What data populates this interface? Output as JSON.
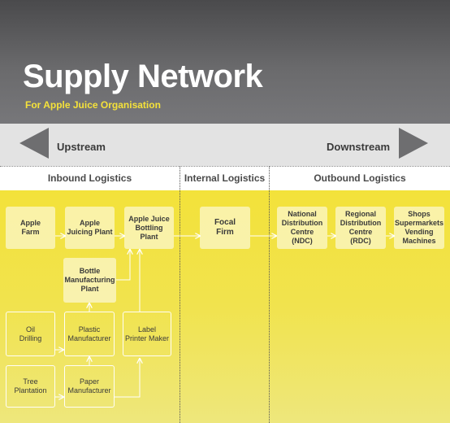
{
  "header": {
    "title": "Supply Network",
    "subtitle": "For Apple Juice Organisation"
  },
  "direction": {
    "upstream": "Upstream",
    "downstream": "Downstream"
  },
  "sections": {
    "inbound": "Inbound Logistics",
    "internal": "Internal Logistics",
    "outbound": "Outbound Logistics"
  },
  "nodes": {
    "apple_farm": [
      "Apple",
      "Farm"
    ],
    "apple_juicing_plant": [
      "Apple",
      "Juicing Plant"
    ],
    "apple_juice_bottling_plant": [
      "Apple Juice",
      "Bottling",
      "Plant"
    ],
    "bottle_manufacturing_plant": [
      "Bottle",
      "Manufacturing",
      "Plant"
    ],
    "oil_drilling": [
      "Oil",
      "Drilling"
    ],
    "plastic_manufacturer": [
      "Plastic",
      "Manufacturer"
    ],
    "label_printer_maker": [
      "Label",
      "Printer Maker"
    ],
    "tree_plantation": [
      "Tree",
      "Plantation"
    ],
    "paper_manufacturer": [
      "Paper",
      "Manufacturer"
    ],
    "focal_firm": [
      "Focal",
      "Firm"
    ],
    "ndc": [
      "National",
      "Distribution",
      "Centre",
      "(NDC)"
    ],
    "rdc": [
      "Regional",
      "Distribution",
      "Centre",
      "(RDC)"
    ],
    "shops": [
      "Shops",
      "Supermarkets",
      "Vending",
      "Machines"
    ]
  },
  "colors": {
    "header_bg": "#5c5c5e",
    "subtitle": "#f5e23a",
    "direction_bar": "#e3e3e3",
    "yellow_panel": "#f2e447",
    "arrow": "#6e6e70"
  }
}
